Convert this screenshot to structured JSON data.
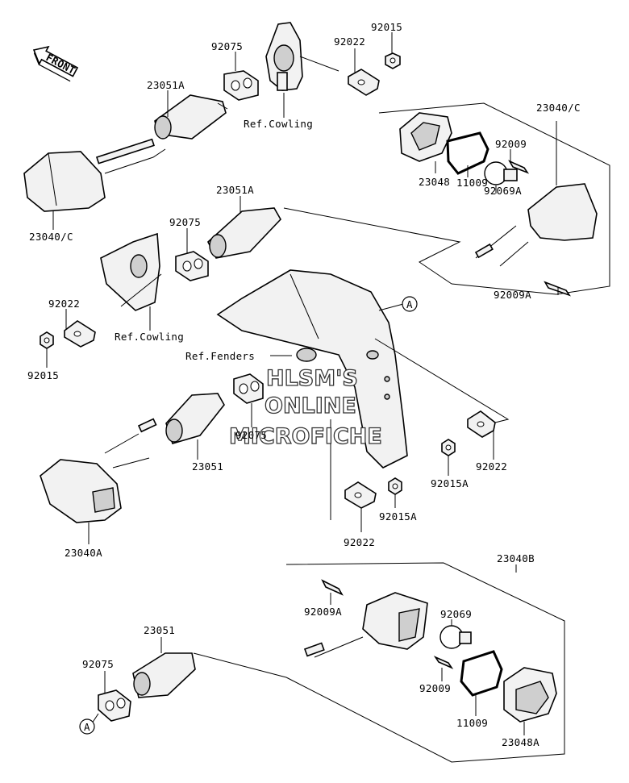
{
  "labels": {
    "front": "FRONT",
    "p92015_top": "92015",
    "p92075_top": "92075",
    "p92022_top": "92022",
    "p23051A_top": "23051A",
    "ref_cowling_top": "Ref.Cowling",
    "p23040C_right": "23040/C",
    "p92009_right": "92009",
    "p23048_right": "23048",
    "p11009_right": "11009",
    "p92069A_right": "92069A",
    "p92009A_right": "92009A",
    "p23040C_left": "23040/C",
    "p23051A_mid": "23051A",
    "p92075_mid": "92075",
    "p92022_left": "92022",
    "ref_cowling_mid": "Ref.Cowling",
    "p92015_left": "92015",
    "ref_fenders": "Ref.Fenders",
    "callout_a_mid": "A",
    "p92075_center": "92075",
    "p23051_center": "23051",
    "p23040A": "23040A",
    "p92015A_mid": "92015A",
    "p92022_mid": "92022",
    "p92015A_lower": "92015A",
    "p92022_lower": "92022",
    "p23040B": "23040B",
    "p92009A_lower": "92009A",
    "p92069": "92069",
    "p23051_lower": "23051",
    "p92075_lower": "92075",
    "p92009_lower": "92009",
    "p11009_lower": "11009",
    "p23048A": "23048A",
    "callout_a_lower": "A"
  },
  "watermark": {
    "line1": "HLSM'S",
    "line2": "ONLINE",
    "line3": "MICROFICHE"
  }
}
